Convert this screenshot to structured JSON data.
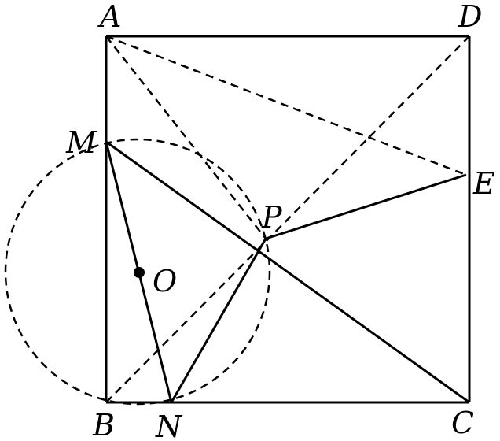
{
  "figure": {
    "stroke_color": "#000000",
    "background_color": "#ffffff",
    "labels": {
      "A": "A",
      "B": "B",
      "C": "C",
      "D": "D",
      "E": "E",
      "M": "M",
      "N": "N",
      "P": "P",
      "O": "O"
    }
  }
}
